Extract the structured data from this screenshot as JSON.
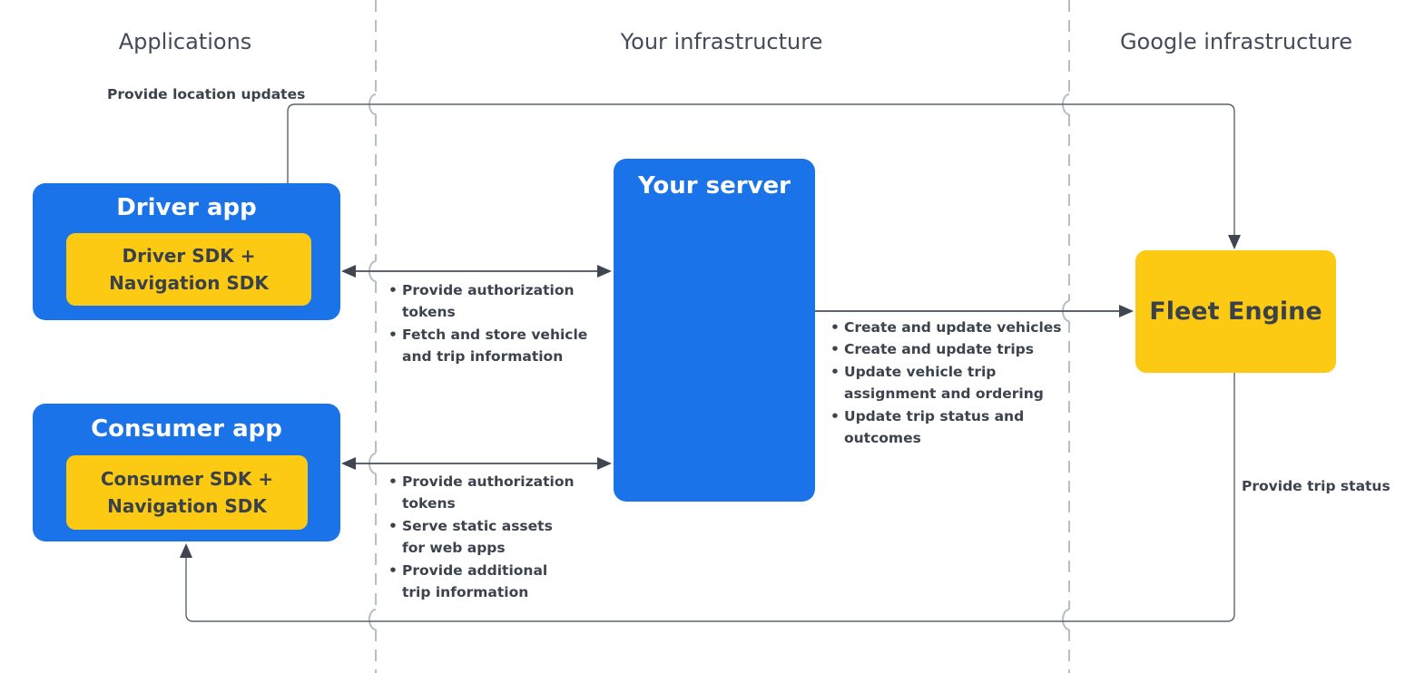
{
  "columns": [
    {
      "label": "Applications"
    },
    {
      "label": "Your infrastructure"
    },
    {
      "label": "Google infrastructure"
    }
  ],
  "nodes": {
    "driver_app": {
      "title": "Driver app",
      "sdk": "Driver SDK +\nNavigation SDK"
    },
    "consumer_app": {
      "title": "Consumer app",
      "sdk": "Consumer SDK +\nNavigation SDK"
    },
    "your_server": {
      "title": "Your server"
    },
    "fleet_engine": {
      "title": "Fleet Engine"
    }
  },
  "edge_labels": {
    "provide_location_updates": "Provide location updates",
    "provide_trip_status": "Provide trip status"
  },
  "bullet_lists": {
    "driver_server": {
      "items": [
        "Provide authorization\ntokens",
        "Fetch and store vehicle\nand trip information"
      ]
    },
    "consumer_server": {
      "items": [
        "Provide authorization\ntokens",
        "Serve static assets\nfor web apps",
        "Provide additional\ntrip information"
      ]
    },
    "server_fleet": {
      "items": [
        "Create and update vehicles",
        "Create and update trips",
        "Update vehicle trip\nassignment and ordering",
        "Update trip status and\noutcomes"
      ]
    }
  },
  "colors": {
    "blue": "#1a73e8",
    "yellow": "#fcca12",
    "box_text": "#3b4149",
    "white_text": "#ffffff",
    "header_text": "#414b5a",
    "label_text": "#3c434d",
    "line": "#5d646d",
    "line_strong": "#474e58",
    "arrow": "#3f4651",
    "dashed": "#b8bec5"
  }
}
